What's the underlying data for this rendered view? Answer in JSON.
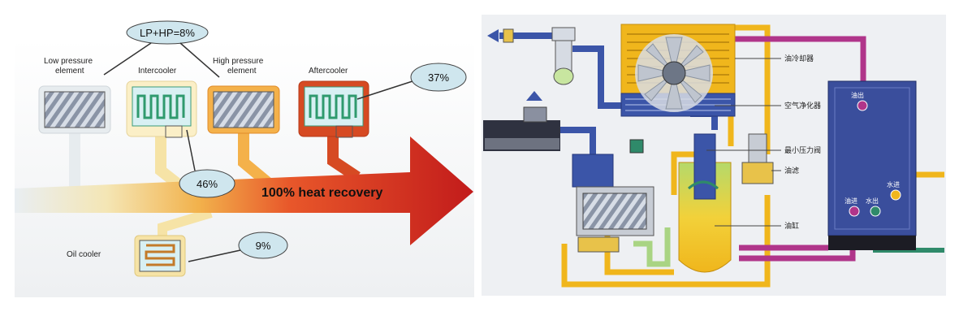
{
  "left_diagram": {
    "lp_hp_label": "LP+HP=8%",
    "low_pressure": [
      "Low pressure",
      "element"
    ],
    "intercooler": "Intercooler",
    "high_pressure": [
      "High pressure",
      "element"
    ],
    "aftercooler": "Aftercooler",
    "aftercooler_pct": "37%",
    "intercooler_pct": "46%",
    "heat_recovery": "100% heat recovery",
    "oil_cooler": "Oil cooler",
    "oil_cooler_pct": "9%"
  },
  "right_diagram": {
    "labels": {
      "oil_cooler": "油冷却器",
      "air_cooler": "空气净化器",
      "min_pressure_valve": "最小压力阀",
      "oil_filter": "油滤",
      "oil_tank": "油缸"
    },
    "hx_in_top": "油出",
    "hx_in_bottom_1": "油进",
    "hx_in_bottom_2": "水出",
    "hx_water_in": "水进"
  },
  "colors": {
    "arrow_red": "#c81e1e",
    "arrow_orange": "#f29a2e",
    "bubble_fill": "#cfe6ee",
    "pipe_yellow": "#f0b61c",
    "pipe_blue": "#3b55a8",
    "pipe_magenta": "#b0358a",
    "pipe_green": "#2f8a6a",
    "hx_blue": "#3a4e9c"
  }
}
